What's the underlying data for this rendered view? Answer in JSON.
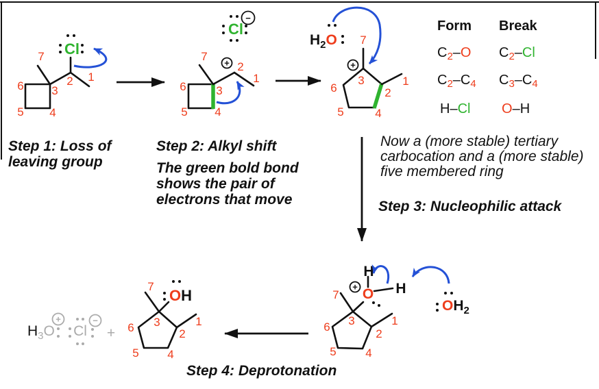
{
  "colors": {
    "red_orange": "#ee3d1c",
    "green": "#2fb32f",
    "blue": "#2451d6",
    "gray": "#ababab",
    "black": "#111111"
  },
  "steps": {
    "step1_line1": "Step 1: Loss of",
    "step1_line2": "leaving group",
    "step2_title": "Step 2: Alkyl shift",
    "step2_note1": "The green bold bond",
    "step2_note2": "shows the pair of",
    "step2_note3": "electrons that move",
    "step3_note1": "Now a (more stable) tertiary",
    "step3_note2": "carbocation and a (more stable)",
    "step3_note3": "five membered ring",
    "step3_title": "Step 3: Nucleophilic attack",
    "step4_title": "Step 4: Deprotonation"
  },
  "table": {
    "form_header": "Form",
    "break_header": "Break",
    "rows": [
      {
        "form": {
          "a": "C",
          "a_sub": "2",
          "dash": "–",
          "b": "O"
        },
        "brk": {
          "a": "C",
          "a_sub": "2",
          "dash": "–",
          "b": "Cl"
        }
      },
      {
        "form": {
          "a": "C",
          "a_sub": "2",
          "dash": "–",
          "b": "C",
          "b_sub": "4"
        },
        "brk": {
          "a": "C",
          "a_sub": "3",
          "dash": "–",
          "b": "C",
          "b_sub": "4"
        }
      },
      {
        "form": {
          "a": "H",
          "dash": "–",
          "b": "Cl"
        },
        "brk": {
          "a": "O",
          "dash": "–",
          "b": "H"
        }
      }
    ]
  },
  "atoms": {
    "cl": "Cl",
    "o": "O",
    "h": "H",
    "sub2": "2",
    "sub3": "3",
    "charge_plus": "+",
    "charge_minus": "−",
    "plus_sign": "+"
  },
  "ring_numbers": {
    "n1": "1",
    "n2": "2",
    "n3": "3",
    "n4": "4",
    "n5": "5",
    "n6": "6",
    "n7": "7"
  }
}
